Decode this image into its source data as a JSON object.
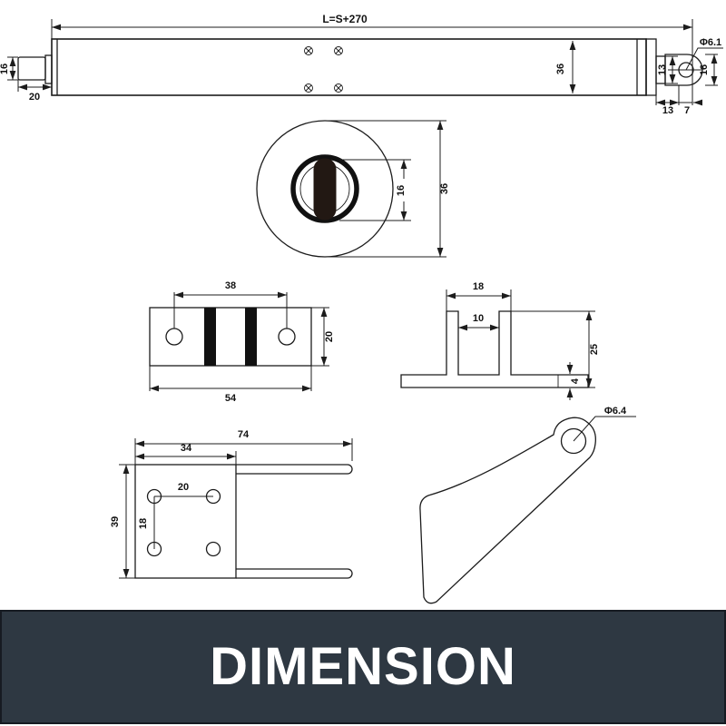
{
  "banner": {
    "title": "DIMENSION"
  },
  "colors": {
    "line": "#1c1c1c",
    "banner_bg": "#2e3842",
    "banner_border": "#161b22",
    "banner_text": "#ffffff",
    "slot_fill": "#221813"
  },
  "views": {
    "side": {
      "overall_length": "L=S+270",
      "rod_height": "16",
      "rod_length": "20",
      "body_height": "36",
      "pin_hole_dia": "Φ6.1",
      "collar_height": "13",
      "clevis_height": "16",
      "end_len_a": "13",
      "end_len_b": "7"
    },
    "end": {
      "slot_height": "16",
      "outer_dia": "36"
    },
    "strap": {
      "hole_spacing": "38",
      "width": "54",
      "depth": "20"
    },
    "channel": {
      "outer_width": "18",
      "slot_width": "10",
      "height": "25",
      "base_thickness": "4"
    },
    "fork": {
      "overall_width": "74",
      "plate_width": "34",
      "plate_height": "39",
      "hole_spacing_x": "20",
      "hole_spacing_y": "18"
    },
    "triangle": {
      "hole_dia": "Φ6.4"
    }
  }
}
